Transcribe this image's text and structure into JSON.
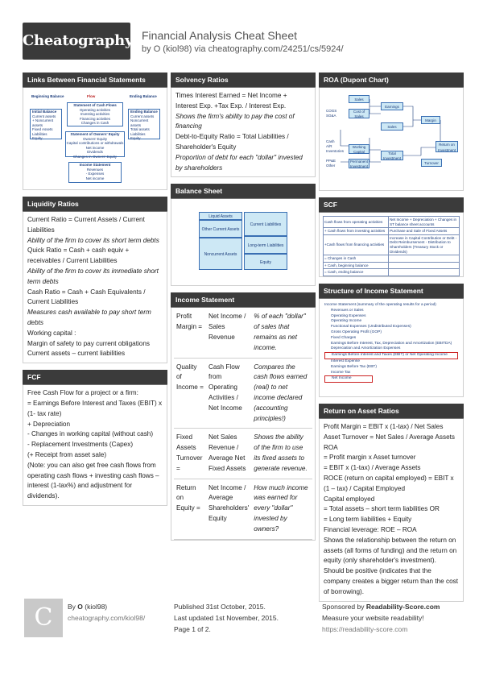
{
  "header": {
    "logo": "Cheatography",
    "title": "Financial Analysis Cheat Sheet",
    "by_prefix": "by ",
    "author": "O (kiol98)",
    "via": " via ",
    "url": "cheatography.com/24251/cs/5924/"
  },
  "links": {
    "heading": "Links Between Financial Statements",
    "diagram": {
      "beginning": "Beginning Balance",
      "flow": "Flow",
      "ending": "Ending Balance",
      "cash_stmt": "Statement of Cash Flows",
      "cash_lines": [
        "Operating activities",
        "Investing activities",
        "Financing activities",
        "Changes in Cash"
      ],
      "initial": "Initial Balance",
      "initial_lines": [
        "Current assets",
        "+ Noncurrent assets",
        "Fixed Assets",
        "Liabilities",
        "Equity"
      ],
      "ending_bal": "Ending Balance",
      "ending_lines": [
        "Current assets",
        "Noncurrent assets",
        "Total assets",
        "Liabilities",
        "Equity"
      ],
      "equity_stmt": "Statement of Owners' Equity",
      "equity_lines": [
        "Owners' Equity",
        "Capital contributions or withdrawals",
        "Net income",
        "Dividends",
        "Changes in Owners' Equity"
      ],
      "income_stmt": "Income Statement",
      "income_lines": [
        "Revenues",
        "- Expenses",
        "Net income"
      ]
    }
  },
  "liquidity": {
    "heading": "Liquidity Ratios",
    "lines": [
      {
        "t": "Current Ratio = Current Assets / Current Liabilities",
        "i": false
      },
      {
        "t": "Ability of the firm to cover its short term debts",
        "i": true
      },
      {
        "t": "Quick Ratio = Cash + cash equiv + receivables / Current Liabilities",
        "i": false
      },
      {
        "t": "Ability of the firm to cover its immediate short term debts",
        "i": true
      },
      {
        "t": "Cash Ratio = Cash + Cash Equivalents / Current Liabilities",
        "i": false
      },
      {
        "t": "Measures cash available to pay short term debts",
        "i": true
      },
      {
        "t": "Working capital :",
        "i": false
      },
      {
        "t": "Margin of safety to pay current obligations",
        "i": false
      },
      {
        "t": "Current assets – current liabilities",
        "i": false
      }
    ]
  },
  "fcf": {
    "heading": "FCF",
    "lines": [
      "Free Cash Flow for a project or a firm:",
      "= Earnings Before Interest and Taxes (EBIT) x (1- tax rate)",
      "+ Depreciation",
      "- Changes in working capital (without cash)",
      "- Replacement Investments (Capex)",
      "(+ Receipt from asset sale)",
      "(Note: you can also get free cash flows from operating cash flows + investing cash flows – interest (1-tax%) and adjustment for dividends)."
    ]
  },
  "solvency": {
    "heading": "Solvency Ratios",
    "lines": [
      {
        "t": "Times Interest Earned = Net Income + Interest Exp. +Tax Exp. / Interest Exp.",
        "i": false
      },
      {
        "t": "Shows the firm's ability to pay the cost of financing",
        "i": true
      },
      {
        "t": "Debt-to-Equity Ratio = Total Liabilities / Shareholder's Equity",
        "i": false
      },
      {
        "t": "Proportion of debt for each \"dollar\" invested by shareholders",
        "i": true
      }
    ]
  },
  "balance": {
    "heading": "Balance Sheet",
    "left": [
      "Liquid Assets",
      "Other Current Assets",
      "Noncurrent Assets"
    ],
    "right": [
      "Current Liabilities",
      "Long-term Liabilities",
      "Equity"
    ]
  },
  "income": {
    "heading": "Income Statement",
    "rows": [
      {
        "k": "Profit Margin =",
        "v": "Net Income / Sales Revenue",
        "d": "% of each \"dollar\" of sales that remains as net income."
      },
      {
        "k": "Quality of Income =",
        "v": "Cash Flow from Operating Activities / Net Income",
        "d": "Compares the cash flows earned (real) to net income declared (accounting principles!)"
      },
      {
        "k": "Fixed Assets Turnover =",
        "v": "Net Sales Revenue / Average Net Fixed Assets",
        "d": "Shows the ability of the firm to use its fixed assets to generate revenue."
      },
      {
        "k": "Return on Equity =",
        "v": "Net Income / Average Shareholders' Equity",
        "d": "How much income was earned for every \"dollar\" invested by owners?"
      }
    ]
  },
  "roa_chart": {
    "heading": "ROA (Dupont Chart)",
    "boxes": [
      "Sales",
      "Cost of Sales",
      "Earnings",
      "Margin",
      "Sales",
      "Return on Investment",
      "Working Capital",
      "Total Investment",
      "Turnover",
      "Permanent Investment"
    ],
    "labels": [
      "COGS",
      "SG&A",
      "Cash",
      "A/R",
      "Inventories",
      "PP&E",
      "Other"
    ]
  },
  "scf": {
    "heading": "SCF",
    "rows": [
      [
        "Cash flows from operating activities",
        "Net Income + Depreciation + Changes in ST balance sheet accounts"
      ],
      [
        "+ Cash flows from investing activities",
        "Purchase and Sale of Fixed Assets"
      ],
      [
        "+Cash flows from financing activities",
        "Increase in Capital Contribution or Debt - Debt Reimbursement - Distribution to Shareholders (Treasury Stock or Dividends)"
      ],
      [
        "= Changes in Cash",
        ""
      ],
      [
        "+ Cash, beginning balance",
        ""
      ],
      [
        "= Cash, ending balance",
        ""
      ]
    ]
  },
  "structure": {
    "heading": "Structure of Income Statement",
    "title": "Income Statement (summary of the operating results for a period)",
    "lines": [
      "Revenues or Sales",
      "Operating Expenses",
      "Operating Income",
      "Functional Expenses (Undistributed Expenses)",
      "Gross Operating Profit (GOP)",
      "Fixed Charges",
      "Earnings Before Interest, Tax, Depreciation and Amortization (EBITDA)",
      "Depreciation and Amortization Expenses",
      "Earnings Before Interest and Taxes (EBIT) or Net Operating Income",
      "Interest Expense",
      "Earnings Before Tax (EBT)",
      "Income Tax",
      "Net Income"
    ]
  },
  "roa": {
    "heading": "Return on Asset Ratios",
    "lines": [
      "Profit Margin = EBIT x (1-tax) / Net Sales",
      "Asset Turnover = Net Sales / Average Assets",
      "ROA",
      "= Profit margin x Asset turnover",
      "= EBIT x (1-tax) / Average Assets",
      "ROCE (return on capital employed) = EBIT x (1 – tax) / Capital Employed",
      "Capital employed",
      "= Total assets – short term liabilities OR",
      "= Long term liabilities + Equity",
      "Financial leverage: ROE – ROA",
      "Shows the relationship between the return on assets (all forms of funding) and the return on equity (only shareholder's investment).",
      "Should be positive (indicates that the company creates a bigger return than the cost of borrowing)."
    ]
  },
  "footer": {
    "logo": "C",
    "by": "By ",
    "author": "O",
    "handle": " (kiol98)",
    "author_url": "cheatography.com/kiol98/",
    "published": "Published 31st October, 2015.",
    "updated": "Last updated 1st November, 2015.",
    "page": "Page 1 of 2.",
    "sponsor_prefix": "Sponsored by ",
    "sponsor": "Readability-Score.com",
    "sponsor_line": "Measure your website readability!",
    "sponsor_url": "https://readability-score.com"
  }
}
